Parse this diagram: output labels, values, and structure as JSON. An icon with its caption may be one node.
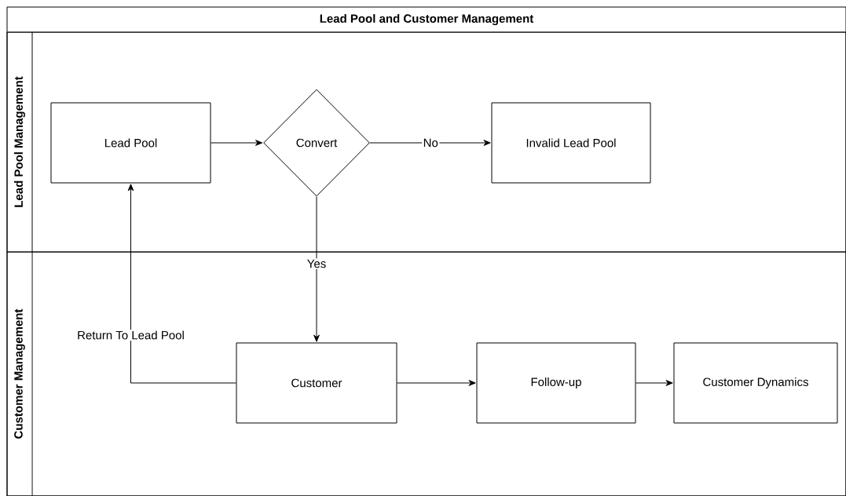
{
  "diagram": {
    "nodes": [
      {
        "text": [
          "Lead Pool and Customer Management"
        ]
      },
      {
        "text": [
          "Lead Pool Management"
        ],
        "in": 0
      },
      {
        "text": [
          "Customer Management"
        ],
        "in": 0
      },
      {
        "text": [
          "Lead Pool"
        ],
        "in": 1
      },
      {
        "text": [
          "Convert"
        ],
        "in": 1
      },
      {
        "text": [
          "Invalid Lead Pool"
        ],
        "in": 1
      },
      {
        "text": [
          "Customer"
        ],
        "in": 2
      },
      {
        "text": [
          "Follow-up"
        ],
        "in": 2
      },
      {
        "text": [
          "Customer Dynamics"
        ],
        "in": 2
      }
    ],
    "edges": [
      {
        "from": 3,
        "to": 4,
        "arrow": "to"
      },
      {
        "from": 4,
        "to": 5,
        "arrow": "to",
        "label": "No"
      },
      {
        "from": 4,
        "to": 6,
        "arrow": "to",
        "label": "Yes"
      },
      {
        "from": 6,
        "to": 3,
        "arrow": "to",
        "label": "Return To Lead Pool"
      },
      {
        "from": 6,
        "to": 7,
        "arrow": "to"
      },
      {
        "from": 7,
        "to": 8,
        "arrow": "to"
      }
    ]
  }
}
